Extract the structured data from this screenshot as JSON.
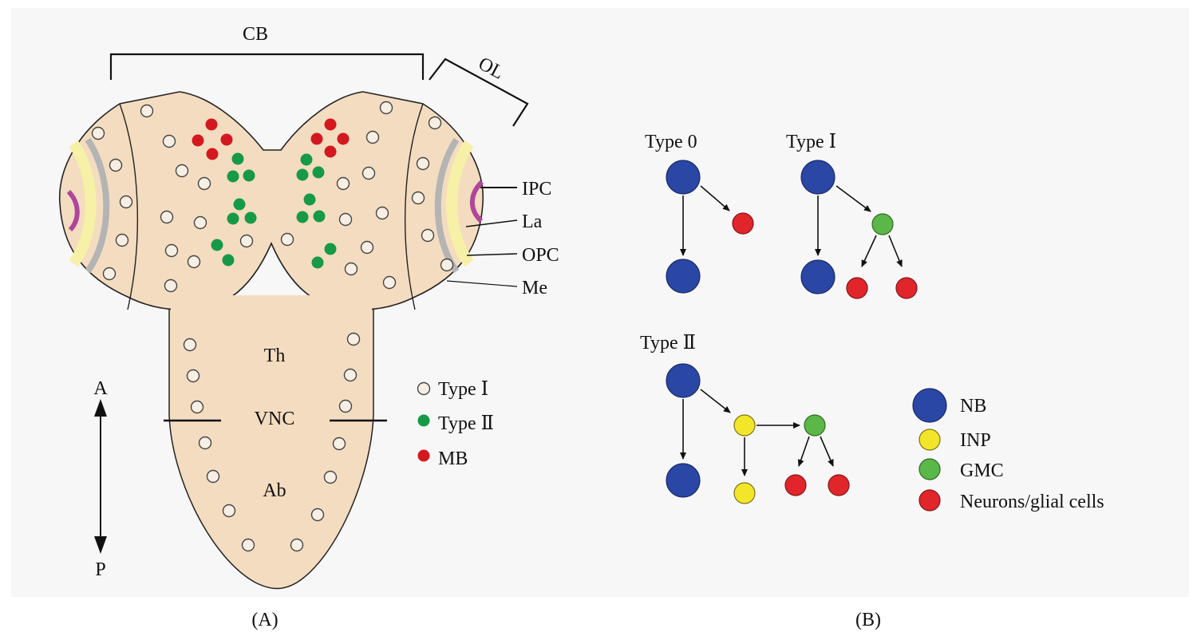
{
  "panel_a": {
    "caption": "(A)",
    "cb_label": "CB",
    "ol_label": "OL",
    "side_labels": {
      "ipc": "IPC",
      "la": "La",
      "opc": "OPC",
      "me": "Me"
    },
    "region_labels": {
      "th": "Th",
      "vnc": "VNC",
      "ab": "Ab"
    },
    "axis": {
      "anterior": "A",
      "posterior": "P"
    },
    "legend": [
      {
        "marker": "open",
        "text": "Type Ⅰ"
      },
      {
        "marker": "green",
        "text": "Type Ⅱ"
      },
      {
        "marker": "red",
        "text": "MB"
      }
    ]
  },
  "panel_b": {
    "caption": "(B)",
    "type0_title": "Type 0",
    "type1_title": "Type Ⅰ",
    "type2_title": "Type Ⅱ",
    "legend": [
      {
        "cell": "NB",
        "text": "NB"
      },
      {
        "cell": "INP",
        "text": "INP"
      },
      {
        "cell": "GMC",
        "text": "GMC"
      },
      {
        "cell": "Neurons/glial cells",
        "text": "Neurons/glial cells"
      }
    ]
  },
  "colors": {
    "brain_fill": "#f4dcc0",
    "nb": "#2a47a6",
    "inp": "#f3e62a",
    "gmc": "#5bb848",
    "neuron": "#e0262b",
    "type2_dot": "#179a45",
    "mb_dot": "#d4181f",
    "purple": "#b0469a",
    "grey_band": "#b4b4b4",
    "yellow_band": "#f6f1a6"
  }
}
